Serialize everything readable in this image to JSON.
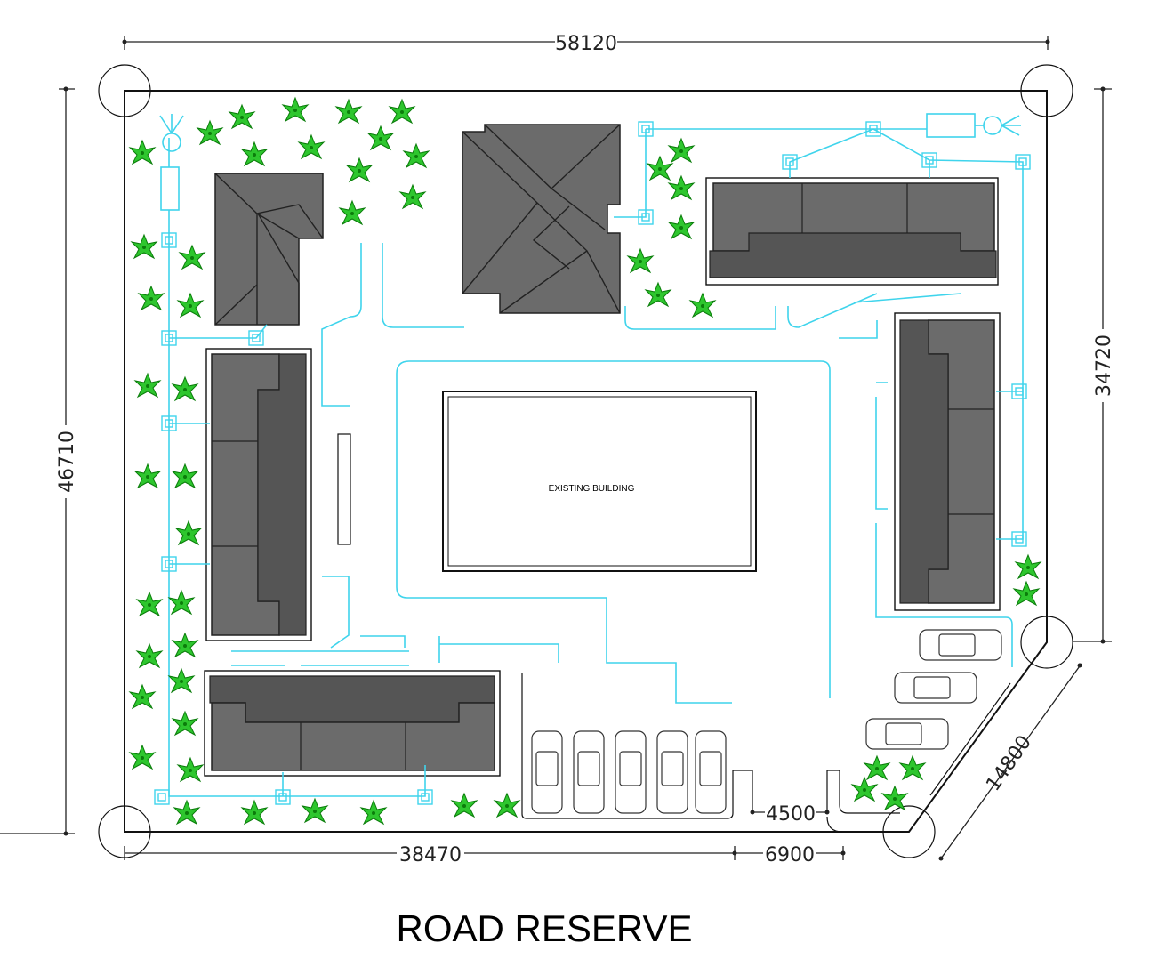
{
  "dimensions": {
    "top_width": "58120",
    "left_height": "46710",
    "right_height": "34720",
    "bottom_width": "38470",
    "gate_width": "4500",
    "gate_offset": "6900",
    "diagonal": "14800"
  },
  "labels": {
    "existing_building": "EXISTING BUILDING",
    "road_reserve": "ROAD RESERVE"
  },
  "colors": {
    "drainage_lines": "#3fd4ec",
    "roof": "#6b6b6b",
    "trees": "#2ec62e"
  },
  "icons": {
    "tree": "palm-tree-icon",
    "car": "car-icon",
    "manhole": "inspection-chamber-icon"
  }
}
